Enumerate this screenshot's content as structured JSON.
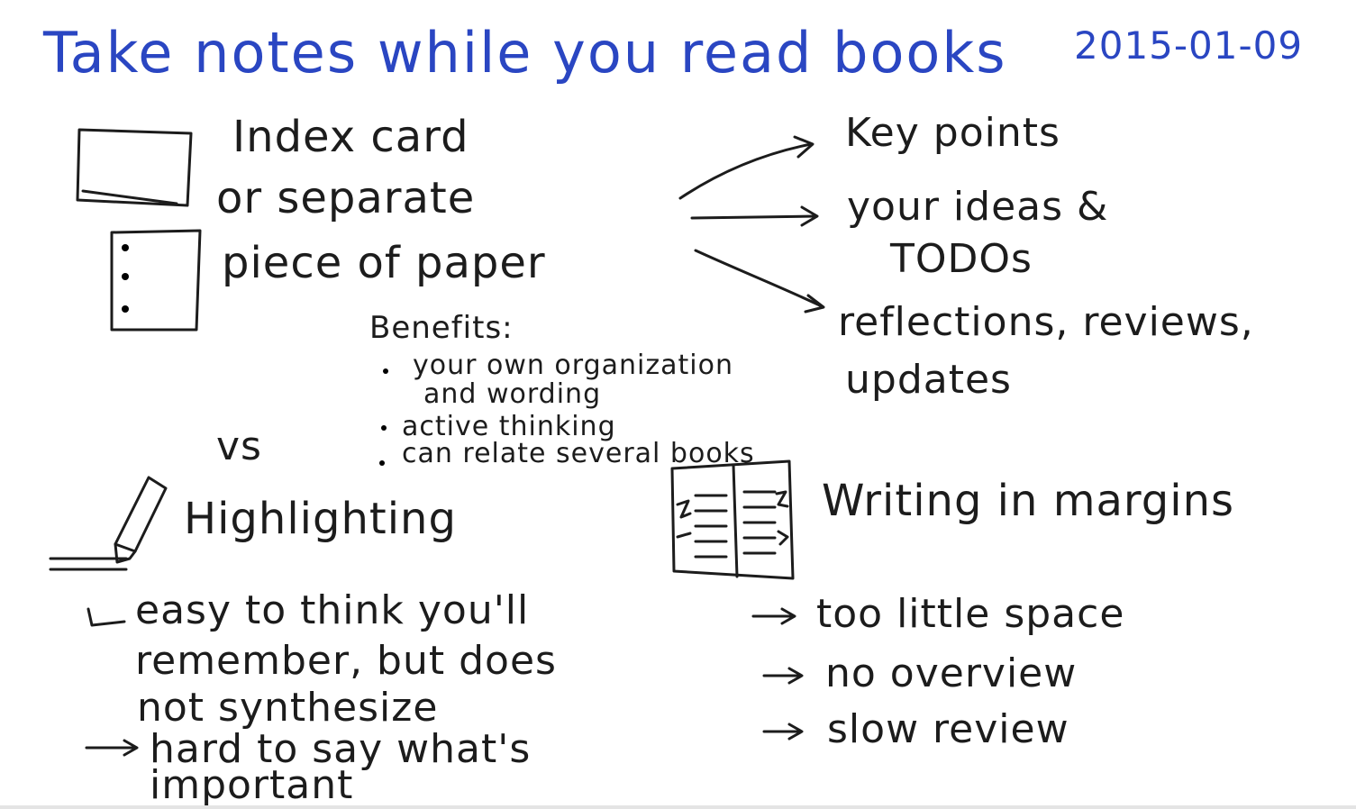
{
  "title": "Take notes while you read books",
  "date": "2015-01-09",
  "colors": {
    "title": "#2a46c2",
    "ink": "#1c1c1c",
    "paper": "#ffffff"
  },
  "notes": {
    "line1": "Index card",
    "line2": "or separate",
    "line3": "piece of paper"
  },
  "uses": [
    "Key points",
    "your ideas &",
    "TODOs",
    "reflections, reviews,",
    "updates"
  ],
  "benefits": {
    "heading": "Benefits:",
    "items": [
      "your own organization",
      "and wording",
      "active thinking",
      "can relate several books"
    ]
  },
  "vs": "vs",
  "highlighting": {
    "label": "Highlighting",
    "points": [
      "easy to think you'll",
      "remember, but does",
      "not synthesize",
      "hard to say what's",
      "important"
    ]
  },
  "margins": {
    "label": "Writing in margins",
    "points": [
      "too little space",
      "no overview",
      "slow review"
    ]
  },
  "icons": [
    "index-card-icon",
    "loose-paper-icon",
    "highlighter-icon",
    "open-book-icon"
  ]
}
